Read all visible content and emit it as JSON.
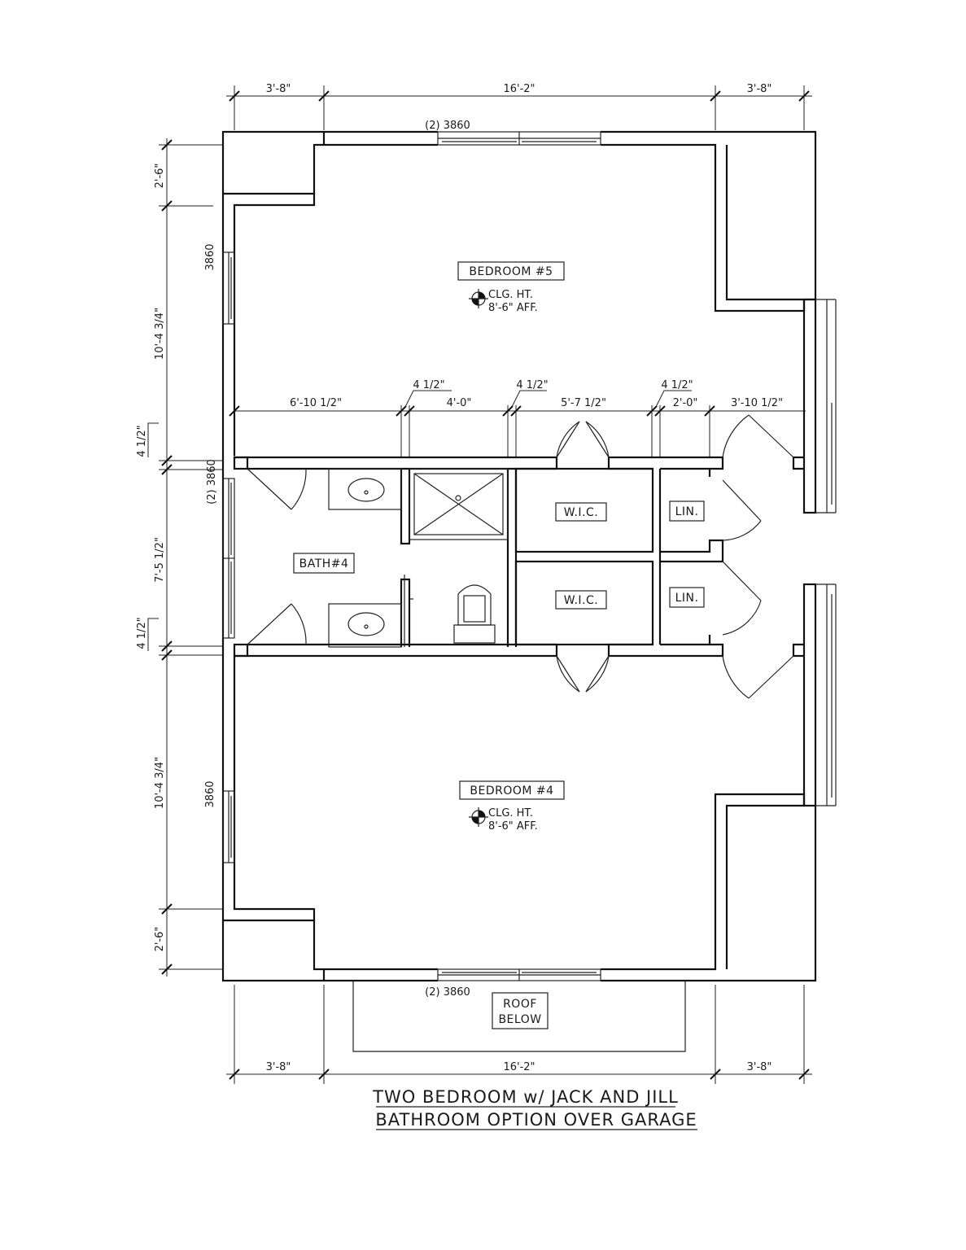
{
  "plan": {
    "title_line1": "TWO BEDROOM w/ JACK AND JILL",
    "title_line2": "BATHROOM OPTION OVER GARAGE",
    "rooms": {
      "bedroom5": "BEDROOM #5",
      "bedroom4": "BEDROOM #4",
      "bath4": "BATH#4",
      "wic_upper": "W.I.C.",
      "wic_lower": "W.I.C.",
      "lin_upper": "LIN.",
      "lin_lower": "LIN.",
      "roof_line1": "ROOF",
      "roof_line2": "BELOW"
    },
    "ceiling": {
      "clg_label": "CLG. HT.",
      "clg_value": "8'-6\" AFF."
    },
    "windows": {
      "top": "(2) 3860",
      "bottom": "(2) 3860",
      "left_upper": "3860",
      "left_middle": "(2) 3860",
      "left_lower": "3860"
    },
    "dimensions": {
      "top": [
        "3'-8\"",
        "16'-2\"",
        "3'-8\""
      ],
      "bottom": [
        "3'-8\"",
        "16'-2\"",
        "3'-8\""
      ],
      "left": [
        "2'-6\"",
        "10'-4 3/4\"",
        "4 1/2\"",
        "7'-5 1/2\"",
        "4 1/2\"",
        "10'-4 3/4\"",
        "2'-6\""
      ],
      "interior": [
        "6'-10 1/2\"",
        "4 1/2\"",
        "4'-0\"",
        "4 1/2\"",
        "5'-7 1/2\"",
        "4 1/2\"",
        "2'-0\"",
        "3'-10 1/2\""
      ]
    }
  }
}
